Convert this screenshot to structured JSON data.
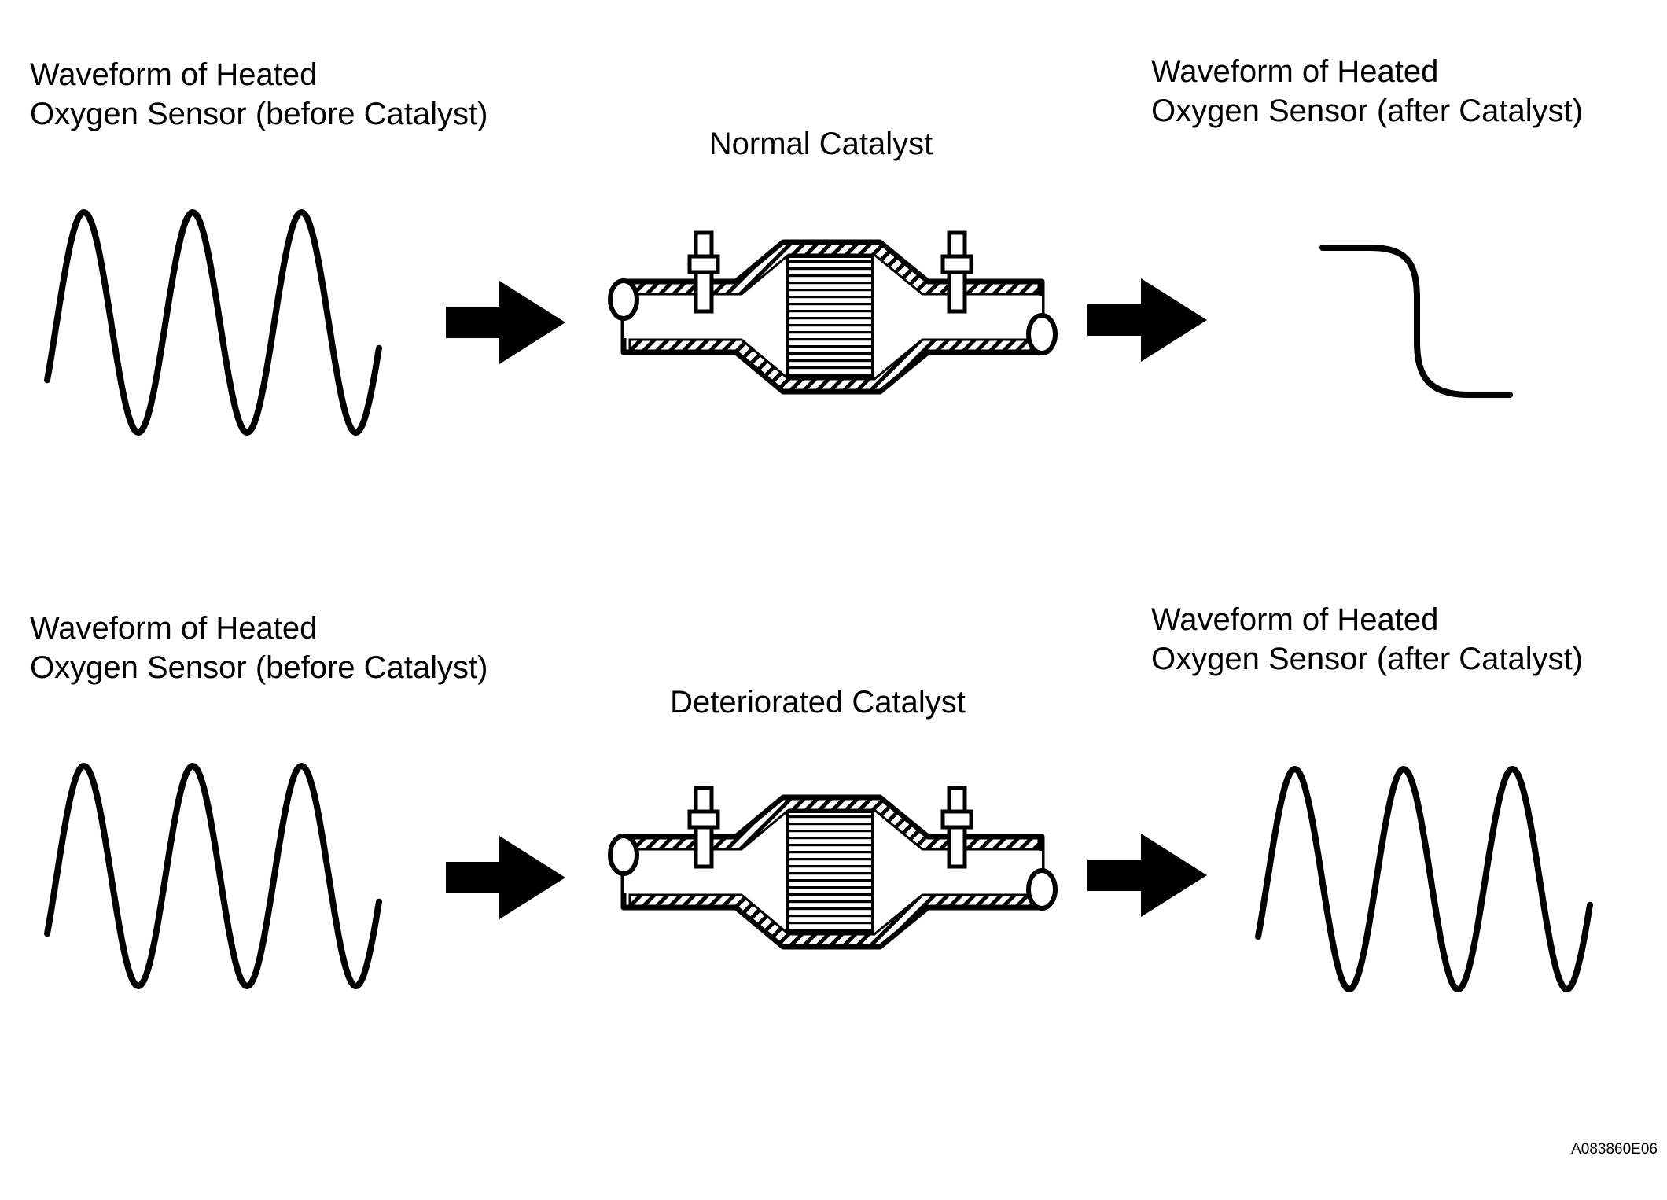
{
  "colors": {
    "ink": "#000000",
    "paper": "#ffffff"
  },
  "rows": [
    {
      "before_label": [
        "Waveform of Heated",
        "Oxygen Sensor (before Catalyst)"
      ],
      "catalyst_label": "Normal Catalyst",
      "after_label": [
        "Waveform of Heated",
        "Oxygen Sensor (after Catalyst)"
      ],
      "before_waveform": "oscillating-sine",
      "after_waveform": "flat-step-down"
    },
    {
      "before_label": [
        "Waveform of Heated",
        "Oxygen Sensor (before Catalyst)"
      ],
      "catalyst_label": "Deteriorated Catalyst",
      "after_label": [
        "Waveform of Heated",
        "Oxygen Sensor (after Catalyst)"
      ],
      "before_waveform": "oscillating-sine",
      "after_waveform": "oscillating-sine"
    }
  ],
  "figure_code": "A083860E06"
}
